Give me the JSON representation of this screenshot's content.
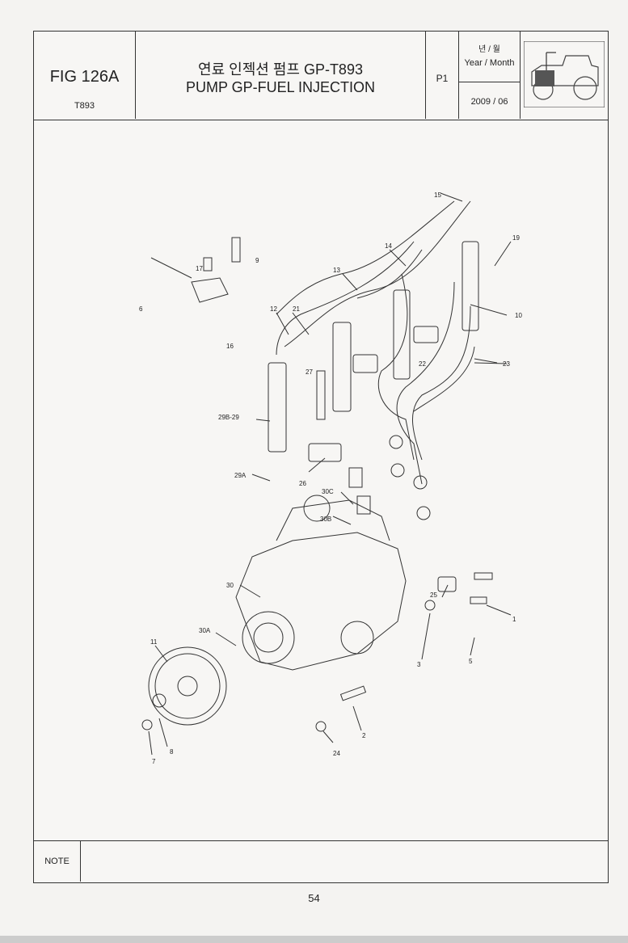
{
  "header": {
    "fig": "FIG 126A",
    "model": "T893",
    "title_korean": "연료 인젝션 펌프 GP-T893",
    "title_english": "PUMP GP-FUEL INJECTION",
    "page_code": "P1",
    "year_month_korean": "년 / 월",
    "year_month_label": "Year / Month",
    "date": "2009 / 06"
  },
  "callouts": [
    "15",
    "19",
    "14",
    "9",
    "13",
    "17",
    "6",
    "10",
    "12",
    "21",
    "16",
    "22",
    "23",
    "27",
    "29B-29",
    "29A",
    "26",
    "30C",
    "30B",
    "30",
    "25",
    "1",
    "30A",
    "11",
    "3",
    "5",
    "2",
    "8",
    "24",
    "7"
  ],
  "note_label": "NOTE",
  "page_number": "54"
}
